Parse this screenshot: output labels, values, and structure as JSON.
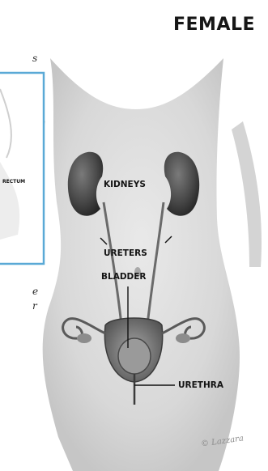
{
  "title": "FEMALE",
  "labels": {
    "kidneys": "KIDNEYS",
    "ureters": "URETERS",
    "bladder": "BLADDER",
    "urethra": "URETHRA",
    "rectum": "RECTUM"
  },
  "fragments": {
    "top": "s",
    "middle_1": "e",
    "middle_2": "r"
  },
  "signature": "© Lazzara",
  "colors": {
    "inset_border": "#5aa9d6",
    "body_skin": "#dcdcdc",
    "kidney": "#4a4a4a",
    "label_text": "#141414"
  }
}
